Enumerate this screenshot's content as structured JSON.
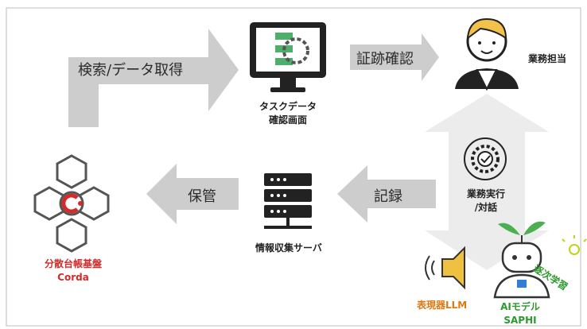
{
  "arrows": {
    "search": "検索/データ取得",
    "evidence": "証跡確認",
    "store": "保管",
    "record": "記録"
  },
  "nodes": {
    "task_screen": [
      "タスクデータ",
      "確認画面"
    ],
    "business": "業務担当",
    "execute": [
      "業務実行",
      "/対話"
    ],
    "ledger": [
      "分散台帳基盤",
      "Corda"
    ],
    "server": "情報収集サーバ",
    "expression": "表現器LLM",
    "ai_model": [
      "AIモデル",
      "SAPHI"
    ],
    "learning": "逐次学習"
  },
  "colors": {
    "arrow_gray": "#cfcfcf",
    "band_gray": "#ececec",
    "ledger_red": "#d42a2a",
    "llm_orange": "#e07810",
    "ai_green": "#2c9a2c",
    "speaker_yellow": "#f0c040",
    "sprout_green": "#4caf50"
  }
}
